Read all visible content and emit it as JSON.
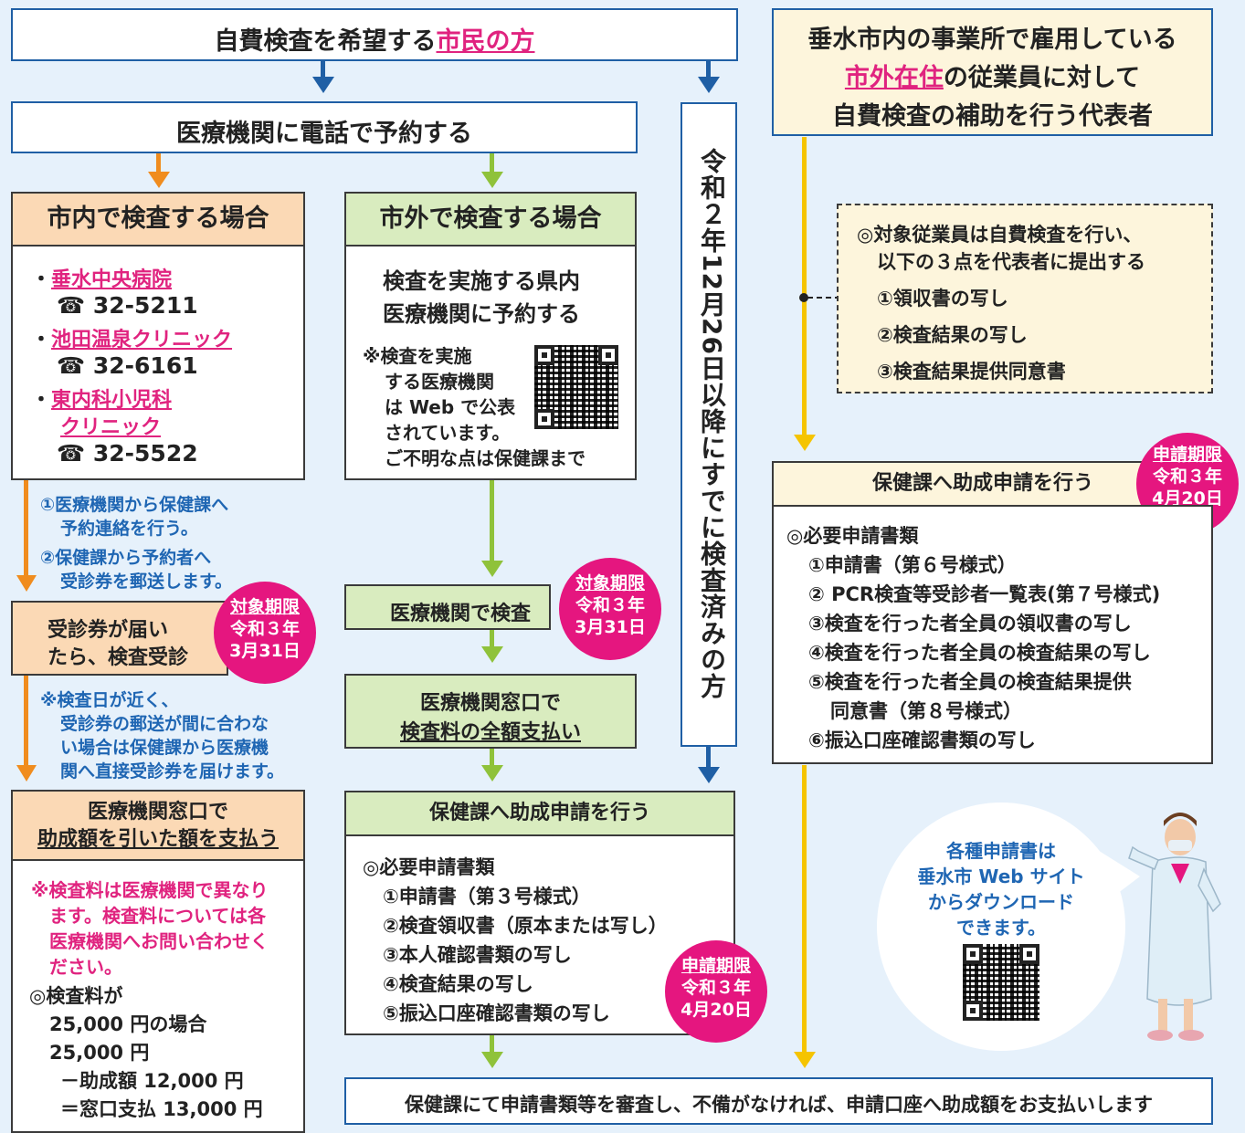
{
  "top_citizen": {
    "pre": "自費検査を希望する",
    "highlight": "市民の方"
  },
  "employer": {
    "line1": "垂水市内の事業所で雇用している",
    "line2_highlight": "市外在住",
    "line2_rest": "の従業員に対して",
    "line3": "自費検査の補助を行う代表者"
  },
  "reserve": "医療機関に電話で予約する",
  "vertical_note": "令和２年12月26日以降にすでに検査済みの方",
  "inside": {
    "header": "市内で検査する場合",
    "clinics": [
      {
        "name": "垂水中央病院",
        "phone": "32-5211"
      },
      {
        "name": "池田温泉クリニック",
        "phone": "32-6161"
      },
      {
        "name_line1": "東内科小児科",
        "name_line2": "クリニック",
        "phone": "32-5522"
      }
    ],
    "phone_symbol": "☎",
    "bullet": "・",
    "steps": [
      "①医療機関から保健課へ",
      "予約連絡を行う。",
      "②保健課から予約者へ",
      "受診券を郵送します。"
    ],
    "voucher": [
      "受診券が届い",
      "たら、検査受診"
    ],
    "voucher_deadline": {
      "label": "対象期限",
      "line2": "令和３年",
      "line3": "3月31日"
    },
    "notice": [
      "※検査日が近く、",
      "受診券の郵送が間に合わな",
      "い場合は保健課から医療機",
      "関へ直接受診券を届けます。"
    ],
    "pay_header": {
      "line1": "医療機関窓口で",
      "line2": "助成額を引いた額を支払う"
    },
    "pay_notes": [
      "※検査料は医療機関で異なり",
      "ます。検査料については各",
      "医療機関へお問い合わせく",
      "ださい。"
    ],
    "example": [
      "◎検査料が",
      "25,000 円の場合",
      "25,000 円",
      "－助成額 12,000 円",
      "＝窓口支払 13,000 円"
    ]
  },
  "outside": {
    "header": "市外で検査する場合",
    "body": [
      "検査を実施する県内",
      "医療機関に予約する"
    ],
    "note": [
      "※検査を実施",
      "する医療機関",
      "は Web で公表",
      "されています。",
      "ご不明な点は保健課まで"
    ],
    "test": "医療機関で検査",
    "test_deadline": {
      "label": "対象期限",
      "line2": "令和３年",
      "line3": "3月31日"
    },
    "pay": {
      "line1": "医療機関窓口で",
      "line2": "検査料の全額支払い"
    },
    "apply_header": "保健課へ助成申請を行う",
    "docs": [
      "◎必要申請書類",
      "①申請書（第３号様式）",
      "②検査領収書（原本または写し）",
      "③本人確認書類の写し",
      "④検査結果の写し",
      "⑤振込口座確認書類の写し"
    ],
    "apply_deadline": {
      "label": "申請期限",
      "line2": "令和３年",
      "line3": "4月20日"
    }
  },
  "employee_box": [
    "◎対象従業員は自費検査を行い、",
    "以下の３点を代表者に提出する",
    "①領収書の写し",
    "②検査結果の写し",
    "③検査結果提供同意書"
  ],
  "employer_apply": {
    "header": "保健課へ助成申請を行う",
    "deadline": {
      "label": "申請期限",
      "line2": "令和３年",
      "line3": "4月20日"
    },
    "docs": [
      "◎必要申請書類",
      "①申請書（第６号様式）",
      "② PCR検査等受診者一覧表(第７号様式)",
      "③検査を行った者全員の領収書の写し",
      "④検査を行った者全員の検査結果の写し",
      "⑤検査を行った者全員の検査結果提供",
      "同意書（第８号様式）",
      "⑥振込口座確認書類の写し"
    ]
  },
  "bubble": [
    "各種申請書は",
    "垂水市 Web サイト",
    "からダウンロード",
    "できます。"
  ],
  "final": "保健課にて申請書類等を審査し、不備がなければ、申請口座へ助成額をお支払いします",
  "colors": {
    "orange": "#f08c1e",
    "green": "#8fc23a",
    "blue": "#1f5fa5",
    "yellow": "#f5c400",
    "pink": "#e5167f"
  }
}
